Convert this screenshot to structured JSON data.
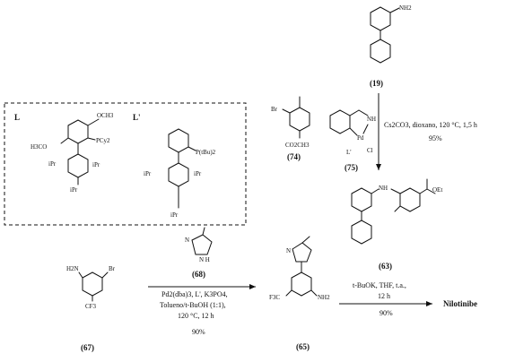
{
  "compounds": {
    "c19": {
      "label": "(19)",
      "nh2": "NH2"
    },
    "c74": {
      "label": "(74)",
      "br": "Br",
      "ester": "CO2CH3"
    },
    "c75": {
      "label": "(75)",
      "nh": "NH",
      "pd": "Pd",
      "cl": "Cl",
      "ligand": "L'"
    },
    "c63": {
      "label": "(63)",
      "nh": "NH",
      "ester": "OEt"
    },
    "c67": {
      "label": "(67)",
      "h2n": "H2N",
      "br": "Br",
      "cf3": "CF3"
    },
    "c68": {
      "label": "(68)",
      "n": "N",
      "nh": "N\nH"
    },
    "c65": {
      "label": "(65)",
      "n": "N",
      "f3c": "F3C",
      "nh2": "NH2"
    }
  },
  "ligand_box": {
    "L": {
      "name": "L",
      "ome_top": "OCH3",
      "ome_left": "H3CO",
      "pcy2": "PCy2",
      "ipr": "iPr"
    },
    "Lp": {
      "name": "L'",
      "ptbu2": "P(tBu)2",
      "ipr": "iPr"
    }
  },
  "arrows": {
    "a1": {
      "line1": "Cs2CO3, dioxano, 120 °C, 1,5 h",
      "line2": "95%"
    },
    "a2": {
      "line1": "Pd2(dba)3, L', K3PO4,",
      "line2": "Tolueno/t-BuOH (1:1),",
      "line3": "120 °C, 12 h",
      "line4": "90%"
    },
    "a3": {
      "line1": "t-BuOK, THF, t.a.,",
      "line2": "12 h",
      "line3": "90%"
    }
  },
  "product": "Nilotinibe"
}
